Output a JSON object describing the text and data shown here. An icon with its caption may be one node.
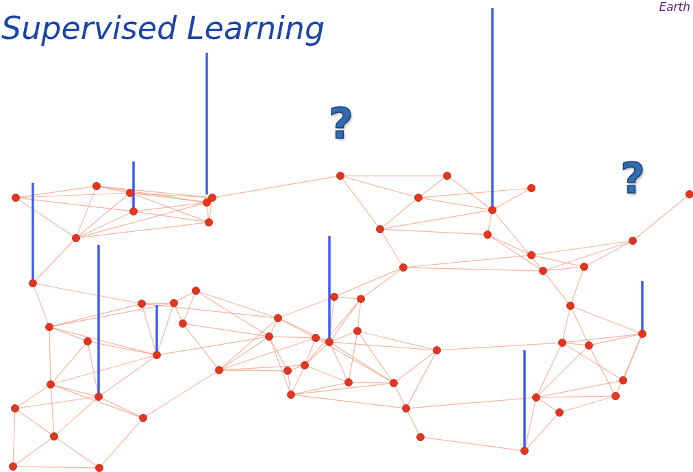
{
  "diagram": {
    "title": "Supervised Learning",
    "nodes": [
      {
        "text": [],
        "shape": "circle"
      },
      {
        "text": [],
        "shape": "circle"
      },
      {
        "text": [],
        "shape": "circle"
      },
      {
        "text": [],
        "shape": "circle"
      },
      {
        "text": [],
        "shape": "circle"
      },
      {
        "text": [],
        "shape": "circle"
      },
      {
        "text": [],
        "shape": "circle"
      },
      {
        "text": [],
        "shape": "circle"
      },
      {
        "text": [],
        "shape": "circle"
      },
      {
        "text": [],
        "shape": "circle"
      },
      {
        "text": [],
        "shape": "circle"
      },
      {
        "text": [],
        "shape": "circle"
      },
      {
        "text": [],
        "shape": "circle"
      },
      {
        "text": [],
        "shape": "circle"
      },
      {
        "text": [],
        "shape": "circle"
      },
      {
        "text": [],
        "shape": "circle"
      },
      {
        "text": [],
        "shape": "circle"
      },
      {
        "text": [],
        "shape": "circle"
      },
      {
        "text": [],
        "shape": "circle"
      },
      {
        "text": [],
        "shape": "circle"
      },
      {
        "text": [],
        "shape": "circle"
      },
      {
        "text": [],
        "shape": "circle"
      },
      {
        "text": [],
        "shape": "circle"
      },
      {
        "text": [],
        "shape": "circle"
      },
      {
        "text": [],
        "shape": "circle"
      },
      {
        "text": [],
        "shape": "circle"
      },
      {
        "text": [],
        "shape": "circle"
      },
      {
        "text": [],
        "shape": "circle"
      },
      {
        "text": [],
        "shape": "circle"
      },
      {
        "text": [],
        "shape": "circle"
      },
      {
        "text": [],
        "shape": "circle"
      },
      {
        "text": [],
        "shape": "circle"
      },
      {
        "text": [],
        "shape": "circle"
      },
      {
        "text": [],
        "shape": "circle"
      },
      {
        "text": [],
        "shape": "circle"
      },
      {
        "text": [],
        "shape": "circle"
      },
      {
        "text": [],
        "shape": "circle"
      },
      {
        "text": [],
        "shape": "circle"
      },
      {
        "text": [],
        "shape": "circle"
      },
      {
        "text": [],
        "shape": "circle"
      },
      {
        "text": [],
        "shape": "circle"
      },
      {
        "text": [],
        "shape": "circle"
      },
      {
        "text": [],
        "shape": "circle"
      },
      {
        "text": [],
        "shape": "circle"
      },
      {
        "text": [],
        "shape": "circle"
      },
      {
        "text": [],
        "shape": "circle"
      },
      {
        "text": [],
        "shape": "circle"
      },
      {
        "text": [],
        "shape": "circle"
      },
      {
        "text": [],
        "shape": "circle"
      },
      {
        "text": [],
        "shape": "circle"
      },
      {
        "text": [],
        "shape": "circle"
      },
      {
        "text": [],
        "shape": "circle"
      },
      {
        "text": [],
        "shape": "circle"
      },
      {
        "text": [],
        "shape": "circle"
      },
      {
        "text": [],
        "shape": "circle"
      },
      {
        "text": [],
        "shape": "circle"
      },
      {
        "text": [],
        "shape": "circle"
      },
      {
        "text": [],
        "shape": "circle"
      },
      {
        "text": [],
        "shape": "circle"
      },
      {
        "text": [],
        "shape": "circle"
      },
      {
        "text": [],
        "shape": "circle"
      }
    ],
    "edges": [
      {
        "from": 0,
        "to": 1,
        "arrow": "none"
      },
      {
        "from": 0,
        "to": 2,
        "arrow": "none"
      },
      {
        "from": 0,
        "to": 3,
        "arrow": "none"
      },
      {
        "from": 0,
        "to": 7,
        "arrow": "none"
      },
      {
        "from": 1,
        "to": 2,
        "arrow": "none"
      },
      {
        "from": 1,
        "to": 7,
        "arrow": "none"
      },
      {
        "from": 1,
        "to": 4,
        "arrow": "none"
      },
      {
        "from": 1,
        "to": 5,
        "arrow": "none"
      },
      {
        "from": 2,
        "to": 3,
        "arrow": "none"
      },
      {
        "from": 2,
        "to": 4,
        "arrow": "none"
      },
      {
        "from": 2,
        "to": 5,
        "arrow": "none"
      },
      {
        "from": 2,
        "to": 6,
        "arrow": "none"
      },
      {
        "from": 2,
        "to": 7,
        "arrow": "none"
      },
      {
        "from": 3,
        "to": 4,
        "arrow": "none"
      },
      {
        "from": 3,
        "to": 6,
        "arrow": "none"
      },
      {
        "from": 3,
        "to": 7,
        "arrow": "none"
      },
      {
        "from": 4,
        "to": 6,
        "arrow": "none"
      },
      {
        "from": 5,
        "to": 6,
        "arrow": "none"
      },
      {
        "from": 7,
        "to": 6,
        "arrow": "none"
      },
      {
        "from": 7,
        "to": 4,
        "arrow": "none"
      },
      {
        "from": 7,
        "to": 8,
        "arrow": "none"
      },
      {
        "from": 5,
        "to": 9,
        "arrow": "none"
      },
      {
        "from": 9,
        "to": 10,
        "arrow": "none"
      },
      {
        "from": 9,
        "to": 11,
        "arrow": "none"
      },
      {
        "from": 9,
        "to": 12,
        "arrow": "none"
      },
      {
        "from": 11,
        "to": 10,
        "arrow": "none"
      },
      {
        "from": 11,
        "to": 13,
        "arrow": "none"
      },
      {
        "from": 11,
        "to": 14,
        "arrow": "none"
      },
      {
        "from": 11,
        "to": 12,
        "arrow": "none"
      },
      {
        "from": 12,
        "to": 13,
        "arrow": "none"
      },
      {
        "from": 12,
        "to": 15,
        "arrow": "none"
      },
      {
        "from": 13,
        "to": 14,
        "arrow": "none"
      },
      {
        "from": 13,
        "to": 15,
        "arrow": "none"
      },
      {
        "from": 13,
        "to": 18,
        "arrow": "none"
      },
      {
        "from": 10,
        "to": 13,
        "arrow": "none"
      },
      {
        "from": 15,
        "to": 17,
        "arrow": "none"
      },
      {
        "from": 15,
        "to": 18,
        "arrow": "none"
      },
      {
        "from": 12,
        "to": 16,
        "arrow": "none"
      },
      {
        "from": 16,
        "to": 17,
        "arrow": "none"
      },
      {
        "from": 16,
        "to": 18,
        "arrow": "none"
      },
      {
        "from": 16,
        "to": 50,
        "arrow": "none"
      },
      {
        "from": 16,
        "to": 51,
        "arrow": "none"
      },
      {
        "from": 17,
        "to": 19,
        "arrow": "none"
      },
      {
        "from": 17,
        "to": 20,
        "arrow": "none"
      },
      {
        "from": 18,
        "to": 19,
        "arrow": "none"
      },
      {
        "from": 18,
        "to": 20,
        "arrow": "none"
      },
      {
        "from": 19,
        "to": 20,
        "arrow": "none"
      },
      {
        "from": 18,
        "to": 22,
        "arrow": "none"
      },
      {
        "from": 19,
        "to": 22,
        "arrow": "none"
      },
      {
        "from": 20,
        "to": 21,
        "arrow": "none"
      },
      {
        "from": 22,
        "to": 23,
        "arrow": "none"
      },
      {
        "from": 22,
        "to": 24,
        "arrow": "none"
      },
      {
        "from": 22,
        "to": 25,
        "arrow": "none"
      },
      {
        "from": 23,
        "to": 24,
        "arrow": "none"
      },
      {
        "from": 23,
        "to": 25,
        "arrow": "none"
      },
      {
        "from": 23,
        "to": 26,
        "arrow": "none"
      },
      {
        "from": 23,
        "to": 27,
        "arrow": "none"
      },
      {
        "from": 24,
        "to": 25,
        "arrow": "none"
      },
      {
        "from": 24,
        "to": 28,
        "arrow": "none"
      },
      {
        "from": 24,
        "to": 26,
        "arrow": "none"
      },
      {
        "from": 25,
        "to": 27,
        "arrow": "none"
      },
      {
        "from": 25,
        "to": 28,
        "arrow": "none"
      },
      {
        "from": 28,
        "to": 26,
        "arrow": "none"
      },
      {
        "from": 28,
        "to": 27,
        "arrow": "none"
      },
      {
        "from": 28,
        "to": 29,
        "arrow": "none"
      },
      {
        "from": 29,
        "to": 27,
        "arrow": "none"
      },
      {
        "from": 28,
        "to": 30,
        "arrow": "none"
      },
      {
        "from": 29,
        "to": 30,
        "arrow": "none"
      },
      {
        "from": 30,
        "to": 60,
        "arrow": "none"
      },
      {
        "from": 24,
        "to": 58,
        "arrow": "none"
      },
      {
        "from": 58,
        "to": 59,
        "arrow": "none"
      },
      {
        "from": 59,
        "to": 60,
        "arrow": "none"
      },
      {
        "from": 59,
        "to": 28,
        "arrow": "none"
      },
      {
        "from": 8,
        "to": 35,
        "arrow": "none"
      },
      {
        "from": 8,
        "to": 33,
        "arrow": "none"
      },
      {
        "from": 35,
        "to": 36,
        "arrow": "none"
      },
      {
        "from": 35,
        "to": 33,
        "arrow": "none"
      },
      {
        "from": 35,
        "to": 32,
        "arrow": "none"
      },
      {
        "from": 35,
        "to": 37,
        "arrow": "none"
      },
      {
        "from": 35,
        "to": 38,
        "arrow": "none"
      },
      {
        "from": 36,
        "to": 39,
        "arrow": "none"
      },
      {
        "from": 36,
        "to": 38,
        "arrow": "none"
      },
      {
        "from": 33,
        "to": 32,
        "arrow": "none"
      },
      {
        "from": 33,
        "to": 37,
        "arrow": "none"
      },
      {
        "from": 32,
        "to": 37,
        "arrow": "none"
      },
      {
        "from": 32,
        "to": 34,
        "arrow": "none"
      },
      {
        "from": 31,
        "to": 34,
        "arrow": "none"
      },
      {
        "from": 31,
        "to": 32,
        "arrow": "none"
      },
      {
        "from": 31,
        "to": 46,
        "arrow": "none"
      },
      {
        "from": 31,
        "to": 47,
        "arrow": "none"
      },
      {
        "from": 33,
        "to": 46,
        "arrow": "none"
      },
      {
        "from": 34,
        "to": 45,
        "arrow": "none"
      },
      {
        "from": 34,
        "to": 47,
        "arrow": "none"
      },
      {
        "from": 36,
        "to": 37,
        "arrow": "none"
      },
      {
        "from": 37,
        "to": 39,
        "arrow": "none"
      },
      {
        "from": 37,
        "to": 47,
        "arrow": "none"
      },
      {
        "from": 37,
        "to": 38,
        "arrow": "none"
      },
      {
        "from": 38,
        "to": 39,
        "arrow": "none"
      },
      {
        "from": 38,
        "to": 40,
        "arrow": "none"
      },
      {
        "from": 38,
        "to": 41,
        "arrow": "none"
      },
      {
        "from": 38,
        "to": 42,
        "arrow": "none"
      },
      {
        "from": 39,
        "to": 41,
        "arrow": "none"
      },
      {
        "from": 39,
        "to": 42,
        "arrow": "none"
      },
      {
        "from": 39,
        "to": 40,
        "arrow": "none"
      },
      {
        "from": 40,
        "to": 42,
        "arrow": "none"
      },
      {
        "from": 40,
        "to": 43,
        "arrow": "none"
      },
      {
        "from": 42,
        "to": 43,
        "arrow": "none"
      },
      {
        "from": 42,
        "to": 44,
        "arrow": "none"
      },
      {
        "from": 41,
        "to": 44,
        "arrow": "none"
      },
      {
        "from": 43,
        "to": 44,
        "arrow": "none"
      },
      {
        "from": 41,
        "to": 45,
        "arrow": "none"
      },
      {
        "from": 45,
        "to": 46,
        "arrow": "none"
      },
      {
        "from": 45,
        "to": 47,
        "arrow": "none"
      },
      {
        "from": 45,
        "to": 48,
        "arrow": "none"
      },
      {
        "from": 45,
        "to": 53,
        "arrow": "none"
      },
      {
        "from": 45,
        "to": 54,
        "arrow": "none"
      },
      {
        "from": 46,
        "to": 47,
        "arrow": "none"
      },
      {
        "from": 46,
        "to": 48,
        "arrow": "none"
      },
      {
        "from": 46,
        "to": 49,
        "arrow": "none"
      },
      {
        "from": 47,
        "to": 48,
        "arrow": "none"
      },
      {
        "from": 47,
        "to": 54,
        "arrow": "none"
      },
      {
        "from": 47,
        "to": 55,
        "arrow": "none"
      },
      {
        "from": 48,
        "to": 49,
        "arrow": "none"
      },
      {
        "from": 48,
        "to": 53,
        "arrow": "none"
      },
      {
        "from": 49,
        "to": 50,
        "arrow": "none"
      },
      {
        "from": 49,
        "to": 51,
        "arrow": "none"
      },
      {
        "from": 49,
        "to": 52,
        "arrow": "none"
      },
      {
        "from": 49,
        "to": 53,
        "arrow": "none"
      },
      {
        "from": 49,
        "to": 56,
        "arrow": "none"
      },
      {
        "from": 49,
        "to": 57,
        "arrow": "none"
      },
      {
        "from": 49,
        "to": 58,
        "arrow": "none"
      },
      {
        "from": 50,
        "to": 51,
        "arrow": "none"
      },
      {
        "from": 50,
        "to": 46,
        "arrow": "none"
      },
      {
        "from": 51,
        "to": 53,
        "arrow": "none"
      },
      {
        "from": 51,
        "to": 52,
        "arrow": "none"
      },
      {
        "from": 52,
        "to": 58,
        "arrow": "none"
      },
      {
        "from": 52,
        "to": 56,
        "arrow": "none"
      },
      {
        "from": 53,
        "to": 54,
        "arrow": "none"
      },
      {
        "from": 53,
        "to": 55,
        "arrow": "none"
      },
      {
        "from": 53,
        "to": 56,
        "arrow": "none"
      },
      {
        "from": 54,
        "to": 55,
        "arrow": "none"
      },
      {
        "from": 55,
        "to": 56,
        "arrow": "none"
      },
      {
        "from": 55,
        "to": 57,
        "arrow": "none"
      },
      {
        "from": 55,
        "to": 59,
        "arrow": "none"
      },
      {
        "from": 56,
        "to": 57,
        "arrow": "none"
      },
      {
        "from": 57,
        "to": 58,
        "arrow": "none"
      },
      {
        "from": 57,
        "to": 59,
        "arrow": "none"
      },
      {
        "from": 48,
        "to": 57,
        "arrow": "none"
      },
      {
        "from": 52,
        "to": 57,
        "arrow": "none"
      }
    ],
    "labels": [
      "Earth",
      "?",
      "?"
    ]
  }
}
